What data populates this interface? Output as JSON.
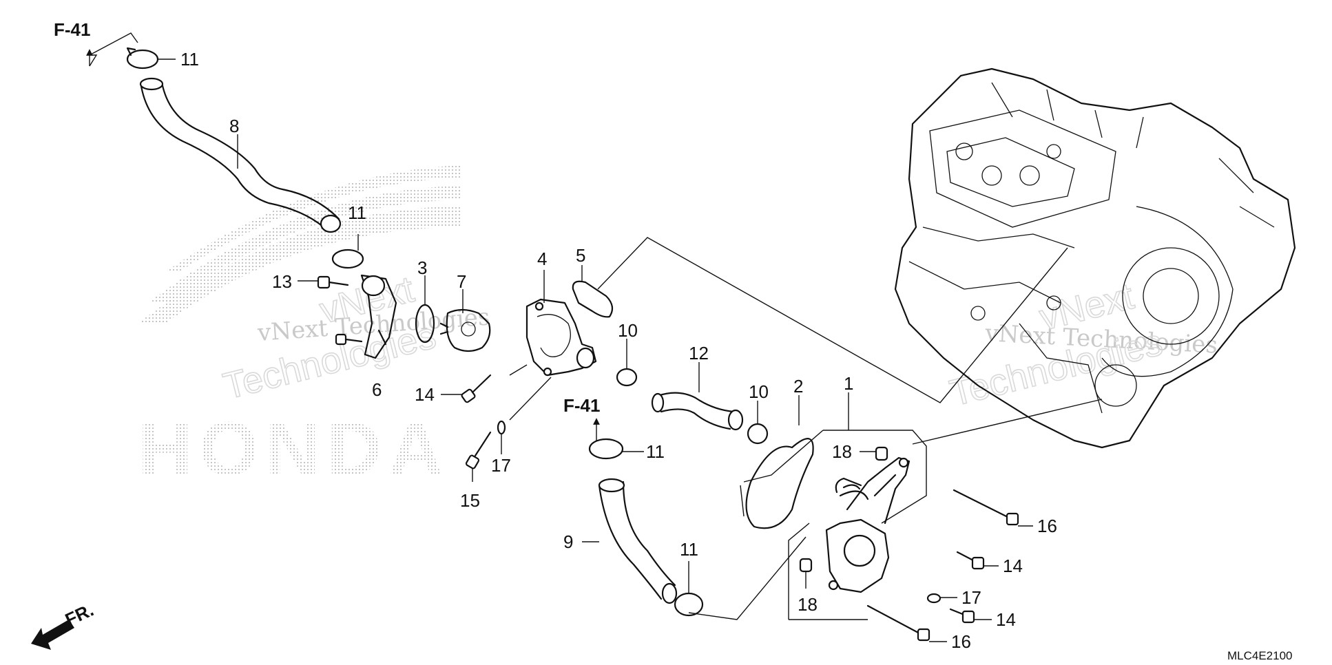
{
  "diagram": {
    "code": "MLC4E2100",
    "front_label": "FR.",
    "reference_labels": [
      "F-41",
      "F-41"
    ],
    "callouts": [
      "11",
      "8",
      "11",
      "13",
      "3",
      "7",
      "4",
      "5",
      "6",
      "14",
      "10",
      "12",
      "10",
      "2",
      "1",
      "18",
      "17",
      "15",
      "11",
      "9",
      "11",
      "16",
      "14",
      "17",
      "18",
      "14",
      "16"
    ],
    "watermark": {
      "brand": "HONDA",
      "lines": [
        "vNext Technologies",
        "Technologies",
        "vNext",
        "vNext Technologies",
        "Technologies",
        "vNext"
      ]
    }
  }
}
